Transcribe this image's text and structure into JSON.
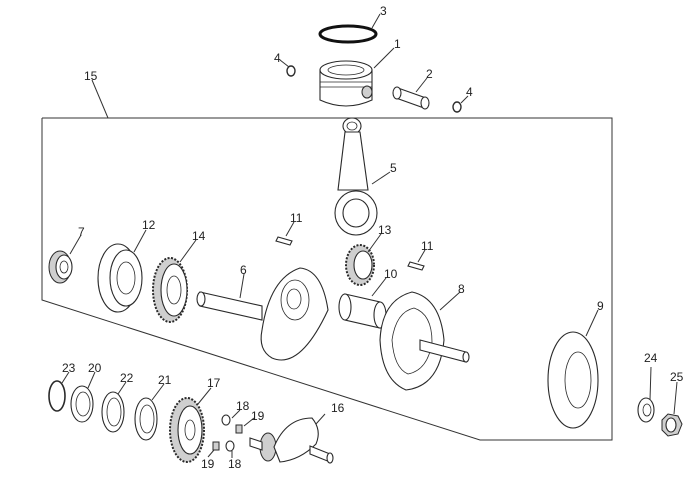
{
  "diagram": {
    "labels": [
      "1",
      "2",
      "3",
      "4",
      "4",
      "5",
      "6",
      "7",
      "8",
      "9",
      "10",
      "11",
      "11",
      "12",
      "13",
      "14",
      "15",
      "16",
      "17",
      "18",
      "18",
      "19",
      "19",
      "20",
      "21",
      "22",
      "23",
      "24",
      "25"
    ],
    "parts": [
      "piston",
      "piston-pin",
      "piston-ring",
      "circlip",
      "circlip",
      "connecting-rod",
      "crank-half-left",
      "bearing-7",
      "crank-half-right",
      "gasket-9",
      "crank-pin",
      "key",
      "key",
      "bearing-12",
      "needle-bearing",
      "gear-14",
      "subassembly-frame",
      "balancer-shaft",
      "gear-17",
      "dowel",
      "dowel",
      "spring",
      "spring",
      "washer-20",
      "washer-21",
      "washer-22",
      "snap-ring",
      "washer-24",
      "nut"
    ]
  }
}
